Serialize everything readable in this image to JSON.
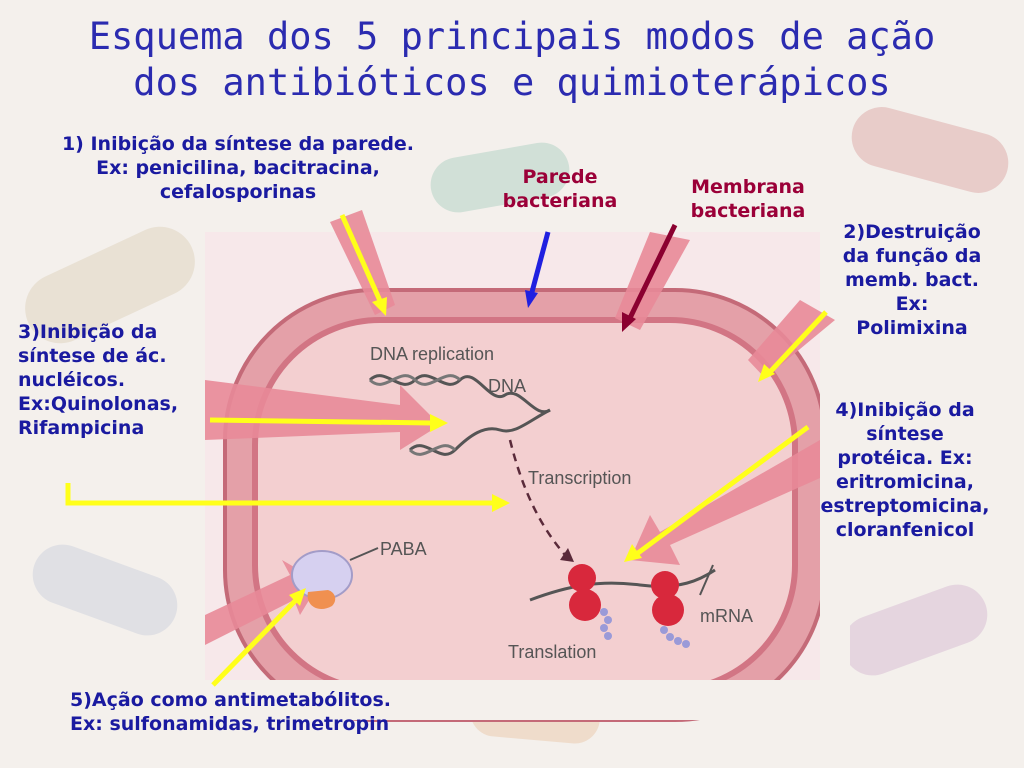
{
  "title": {
    "line1": "Esquema dos 5 principais modos de ação",
    "line2": "dos antibióticos e quimioterápicos"
  },
  "labels": {
    "mode1": {
      "line1": "1) Inibição da síntese da parede.",
      "line2": "Ex: penicilina, bacitracina,",
      "line3": "cefalosporinas"
    },
    "parede": {
      "line1": "Parede",
      "line2": "bacteriana"
    },
    "membrana": {
      "line1": "Membrana",
      "line2": "bacteriana"
    },
    "mode2": {
      "line1": "2)Destruição",
      "line2": "da função da",
      "line3": "memb. bact.",
      "line4": "Ex:",
      "line5": "Polimixina"
    },
    "mode3": {
      "line1": "3)Inibição da",
      "line2": "síntese de ác.",
      "line3": "nucléicos.",
      "line4": "Ex:Quinolonas,",
      "line5": "Rifampicina"
    },
    "mode4": {
      "line1": "4)Inibição da",
      "line2": "síntese",
      "line3": "protéica. Ex:",
      "line4": "eritromicina,",
      "line5": "estreptomicina,",
      "line6": "cloranfenicol"
    },
    "mode5": {
      "line1": "5)Ação como antimetabólitos.",
      "line2": "Ex: sulfonamidas, trimetropin"
    }
  },
  "diagram": {
    "dna_replication": "DNA replication",
    "dna": "DNA",
    "transcription": "Transcription",
    "paba": "PABA",
    "mrna": "mRNA",
    "translation": "Translation"
  },
  "colors": {
    "title": "#2b2bb0",
    "label_blue": "#1a1aa0",
    "label_red": "#9b0038",
    "arrow_yellow": "#ffff1a",
    "arrow_blue": "#2020e0",
    "arrow_darkred": "#8b0030",
    "cell_pink": "#e88a98",
    "cell_interior": "#f4c8c8",
    "ribosome_red": "#d8283c"
  }
}
